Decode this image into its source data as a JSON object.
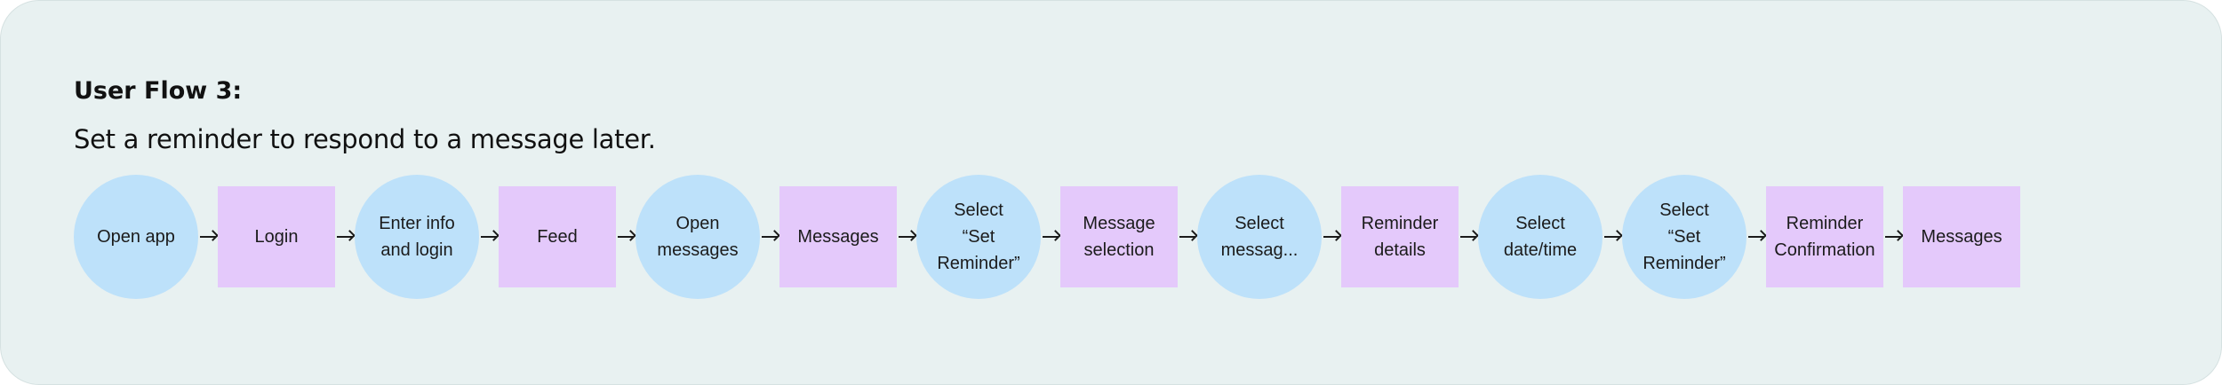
{
  "flow": {
    "title": "User Flow 3:",
    "subtitle": "Set a reminder to respond to a message later.",
    "steps": [
      {
        "label": "Open app",
        "shape": "circle"
      },
      {
        "label": "Login",
        "shape": "rect"
      },
      {
        "label": "Enter info\nand login",
        "shape": "circle"
      },
      {
        "label": "Feed",
        "shape": "rect"
      },
      {
        "label": "Open\nmessages",
        "shape": "circle"
      },
      {
        "label": "Messages",
        "shape": "rect"
      },
      {
        "label": "Select\n“Set\nReminder”",
        "shape": "circle"
      },
      {
        "label": "Message\nselection",
        "shape": "rect"
      },
      {
        "label": "Select\nmessag...",
        "shape": "circle"
      },
      {
        "label": "Reminder\ndetails",
        "shape": "rect"
      },
      {
        "label": "Select\ndate/time",
        "shape": "circle"
      },
      {
        "label": "Select\n“Set\nReminder”",
        "shape": "circle"
      },
      {
        "label": "Reminder\nConfirmation",
        "shape": "rect"
      },
      {
        "label": "Messages",
        "shape": "rect"
      }
    ]
  },
  "colors": {
    "background": "#e8f1f1",
    "circle_fill": "#bde1fa",
    "rect_fill": "#e4c9fb",
    "text": "#111111",
    "arrow": "#1b1b1b"
  }
}
